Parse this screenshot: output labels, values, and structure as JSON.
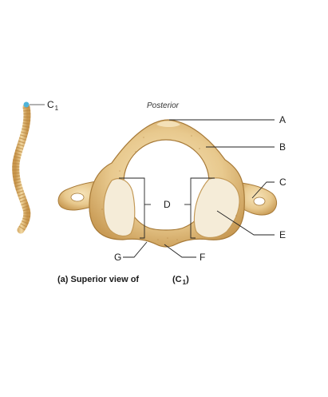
{
  "figure": {
    "spine_label": {
      "main": "C",
      "sub": "1"
    },
    "posterior_label": "Posterior",
    "labels": {
      "A": "A",
      "B": "B",
      "C": "C",
      "D": "D",
      "E": "E",
      "F": "F",
      "G": "G"
    },
    "caption": "(a) Superior view of",
    "caption_c1": {
      "main": "(C",
      "sub": "1",
      "close": ")"
    }
  },
  "colors": {
    "bone_light": "#f2dcae",
    "bone_mid": "#e0bd7c",
    "bone_dark": "#b08540",
    "facet": "#f7f1e2",
    "spine_highlight": "#4fb3d9"
  }
}
